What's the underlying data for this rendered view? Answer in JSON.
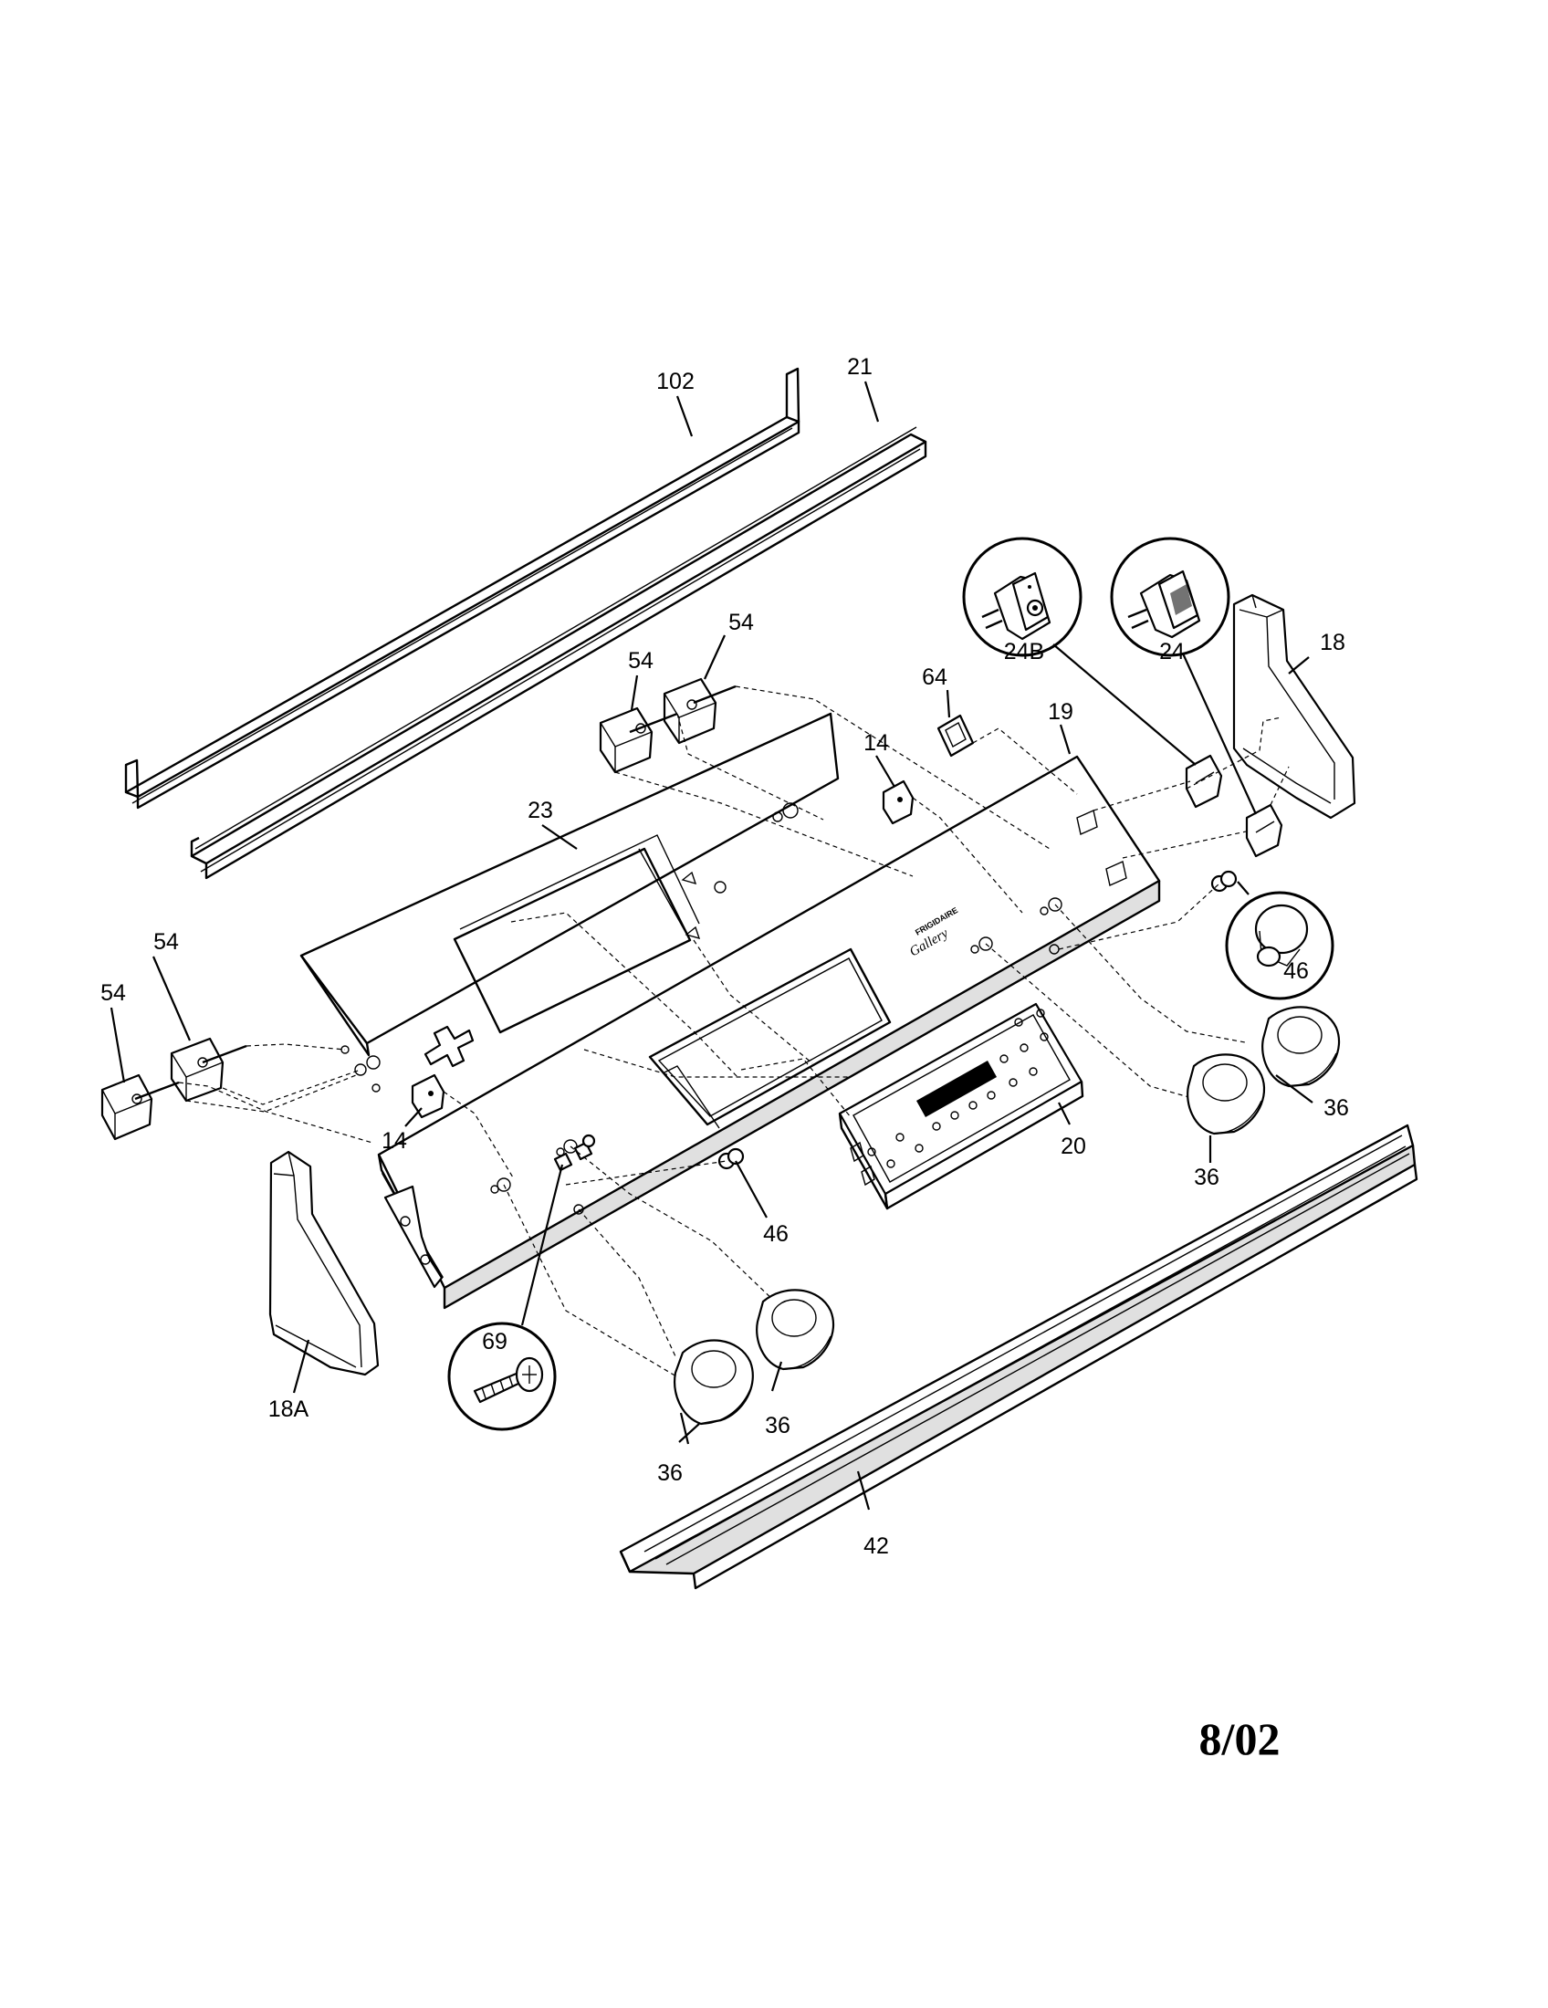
{
  "callouts": {
    "c102": "102",
    "c21": "21",
    "c54a": "54",
    "c54b": "54",
    "c54c": "54",
    "c54d": "54",
    "c64": "64",
    "c14a": "14",
    "c14b": "14",
    "c19": "19",
    "c24b": "24B",
    "c24": "24",
    "c18": "18",
    "c23": "23",
    "c46a": "46",
    "c46b": "46",
    "c36a": "36",
    "c36b": "36",
    "c36c": "36",
    "c36d": "36",
    "c20": "20",
    "c69": "69",
    "c18a": "18A",
    "c42": "42"
  },
  "panel_brand": {
    "line1": "FRIGIDAIRE",
    "line2": "Gallery"
  },
  "date_mark": "8/02"
}
